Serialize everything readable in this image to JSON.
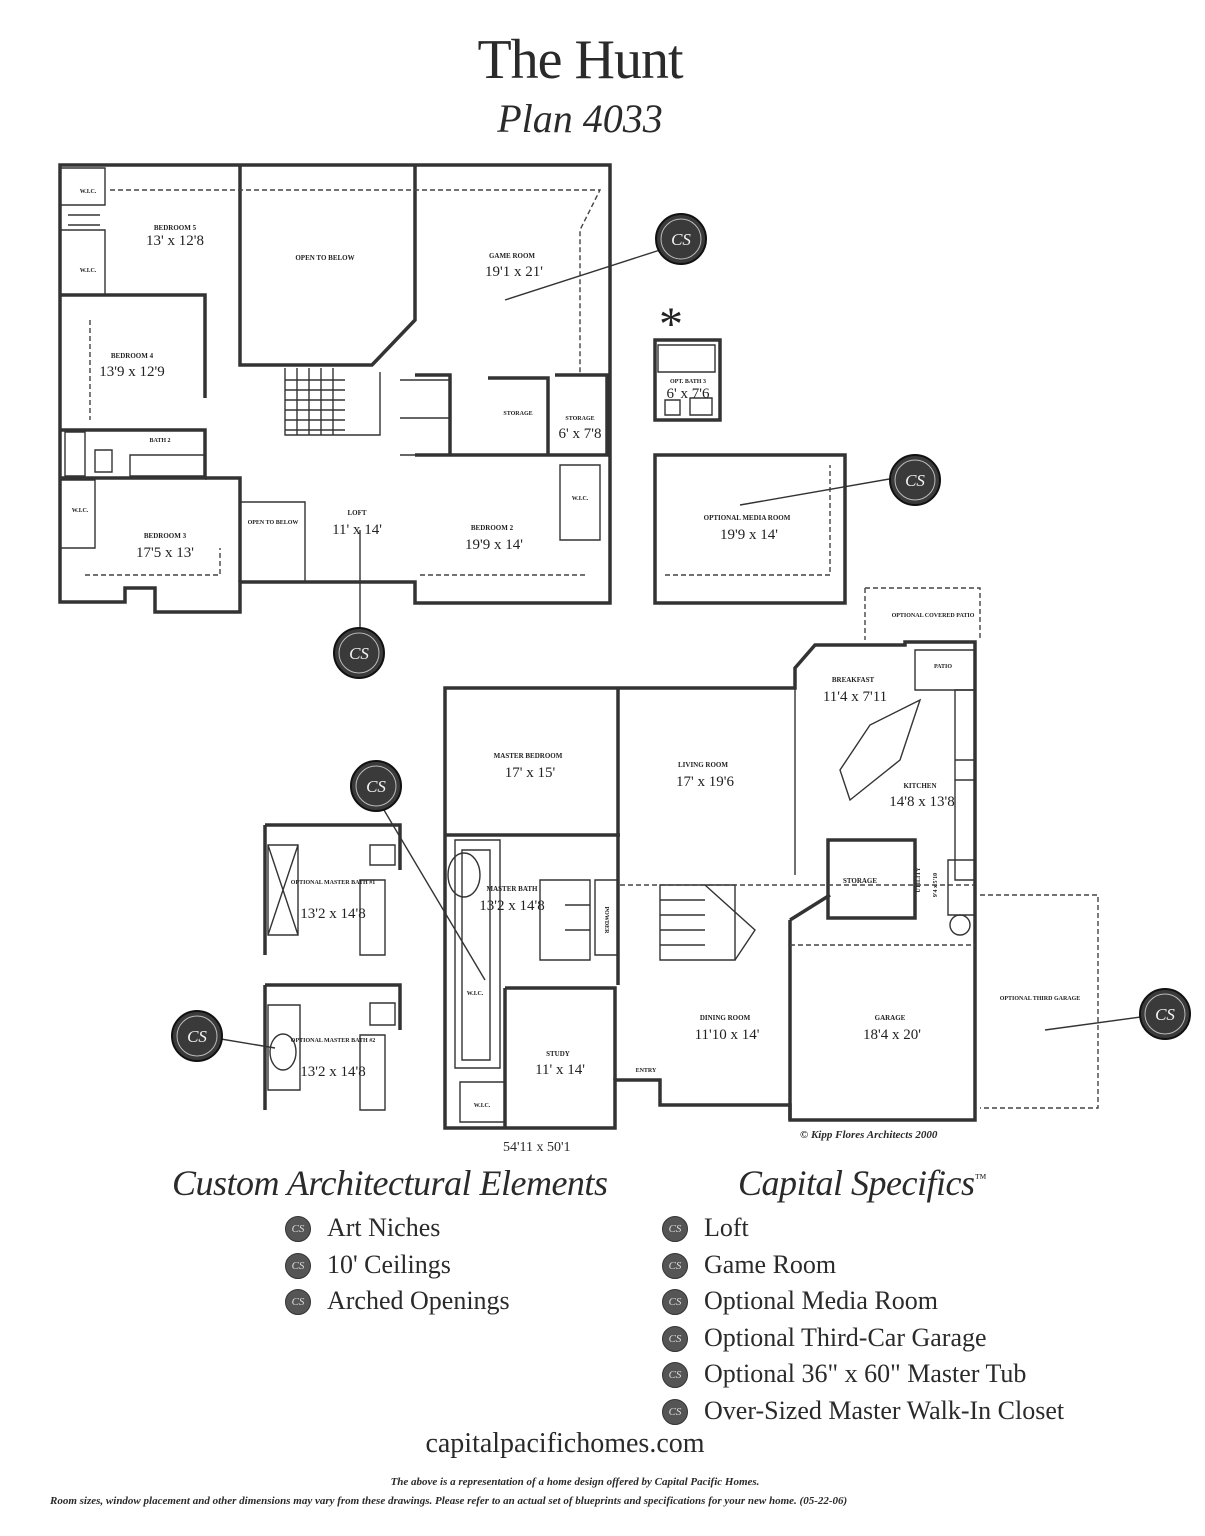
{
  "header": {
    "title": "The Hunt",
    "plan": "Plan 4033"
  },
  "upper_floor": {
    "rooms": [
      {
        "name": "BEDROOM 5",
        "size": "13' x 12'8"
      },
      {
        "name": "OPEN TO BELOW",
        "size": ""
      },
      {
        "name": "GAME ROOM",
        "size": "19'1 x 21'"
      },
      {
        "name": "BEDROOM 4",
        "size": "13'9 x 12'9"
      },
      {
        "name": "BATH 2",
        "size": ""
      },
      {
        "name": "STORAGE",
        "size": ""
      },
      {
        "name": "STORAGE",
        "size": "6' x 7'8"
      },
      {
        "name": "BEDROOM 3",
        "size": "17'5 x 13'"
      },
      {
        "name": "OPEN TO BELOW",
        "size": ""
      },
      {
        "name": "LOFT",
        "size": "11' x 14'"
      },
      {
        "name": "BEDROOM 2",
        "size": "19'9 x 14'"
      },
      {
        "name": "W.I.C.",
        "size": ""
      }
    ],
    "optional_bath": {
      "name": "OPT. BATH 3",
      "size": "6' x 7'6"
    },
    "optional_media": {
      "name": "OPTIONAL MEDIA ROOM",
      "size": "19'9 x 14'"
    }
  },
  "lower_floor": {
    "rooms": [
      {
        "name": "BREAKFAST",
        "size": "11'4 x 7'11"
      },
      {
        "name": "PATIO",
        "size": ""
      },
      {
        "name": "OPTIONAL COVERED PATIO",
        "size": ""
      },
      {
        "name": "MASTER BEDROOM",
        "size": "17' x 15'"
      },
      {
        "name": "LIVING ROOM",
        "size": "17' x 19'6"
      },
      {
        "name": "KITCHEN",
        "size": "14'8 x 13'8"
      },
      {
        "name": "STORAGE",
        "size": ""
      },
      {
        "name": "UTILITY",
        "size": "9'4 x 5'10"
      },
      {
        "name": "MASTER BATH",
        "size": "13'2 x 14'8"
      },
      {
        "name": "POWDER",
        "size": ""
      },
      {
        "name": "W.I.C.",
        "size": ""
      },
      {
        "name": "DINING ROOM",
        "size": "11'10 x 14'"
      },
      {
        "name": "GARAGE",
        "size": "18'4 x 20'"
      },
      {
        "name": "OPTIONAL THIRD GARAGE",
        "size": ""
      },
      {
        "name": "STUDY",
        "size": "11' x 14'"
      },
      {
        "name": "ENTRY",
        "size": ""
      },
      {
        "name": "W.I.C.",
        "size": ""
      }
    ],
    "option_bath_1": {
      "name": "OPTIONAL MASTER BATH #1",
      "size": "13'2 x 14'8"
    },
    "option_bath_2": {
      "name": "OPTIONAL MASTER BATH #2",
      "size": "13'2 x 14'8"
    },
    "overall_dimensions": "54'11 x 50'1",
    "copyright": "© Kipp Flores Architects 2000"
  },
  "badge_text": "CS",
  "asterisk": "*",
  "custom_elements": {
    "heading": "Custom Architectural Elements",
    "items": [
      "Art Niches",
      "10' Ceilings",
      "Arched Openings"
    ]
  },
  "capital_specifics": {
    "heading": "Capital Specifics",
    "trademark": "™",
    "items": [
      "Loft",
      "Game Room",
      "Optional Media Room",
      "Optional Third-Car Garage",
      "Optional 36\" x 60\" Master Tub",
      "Over-Sized Master Walk-In Closet"
    ]
  },
  "footer": {
    "website": "capitalpacifichomes.com",
    "disclaimer_1": "The above is a representation of a home design offered by Capital Pacific Homes.",
    "disclaimer_2": "Room sizes, window placement and other dimensions may vary from these drawings. Please refer to an actual set of blueprints and specifications for your new home. (05-22-06)"
  },
  "colors": {
    "ink": "#2a2a2a",
    "badge": "#3a3a3a",
    "paper": "#ffffff"
  }
}
